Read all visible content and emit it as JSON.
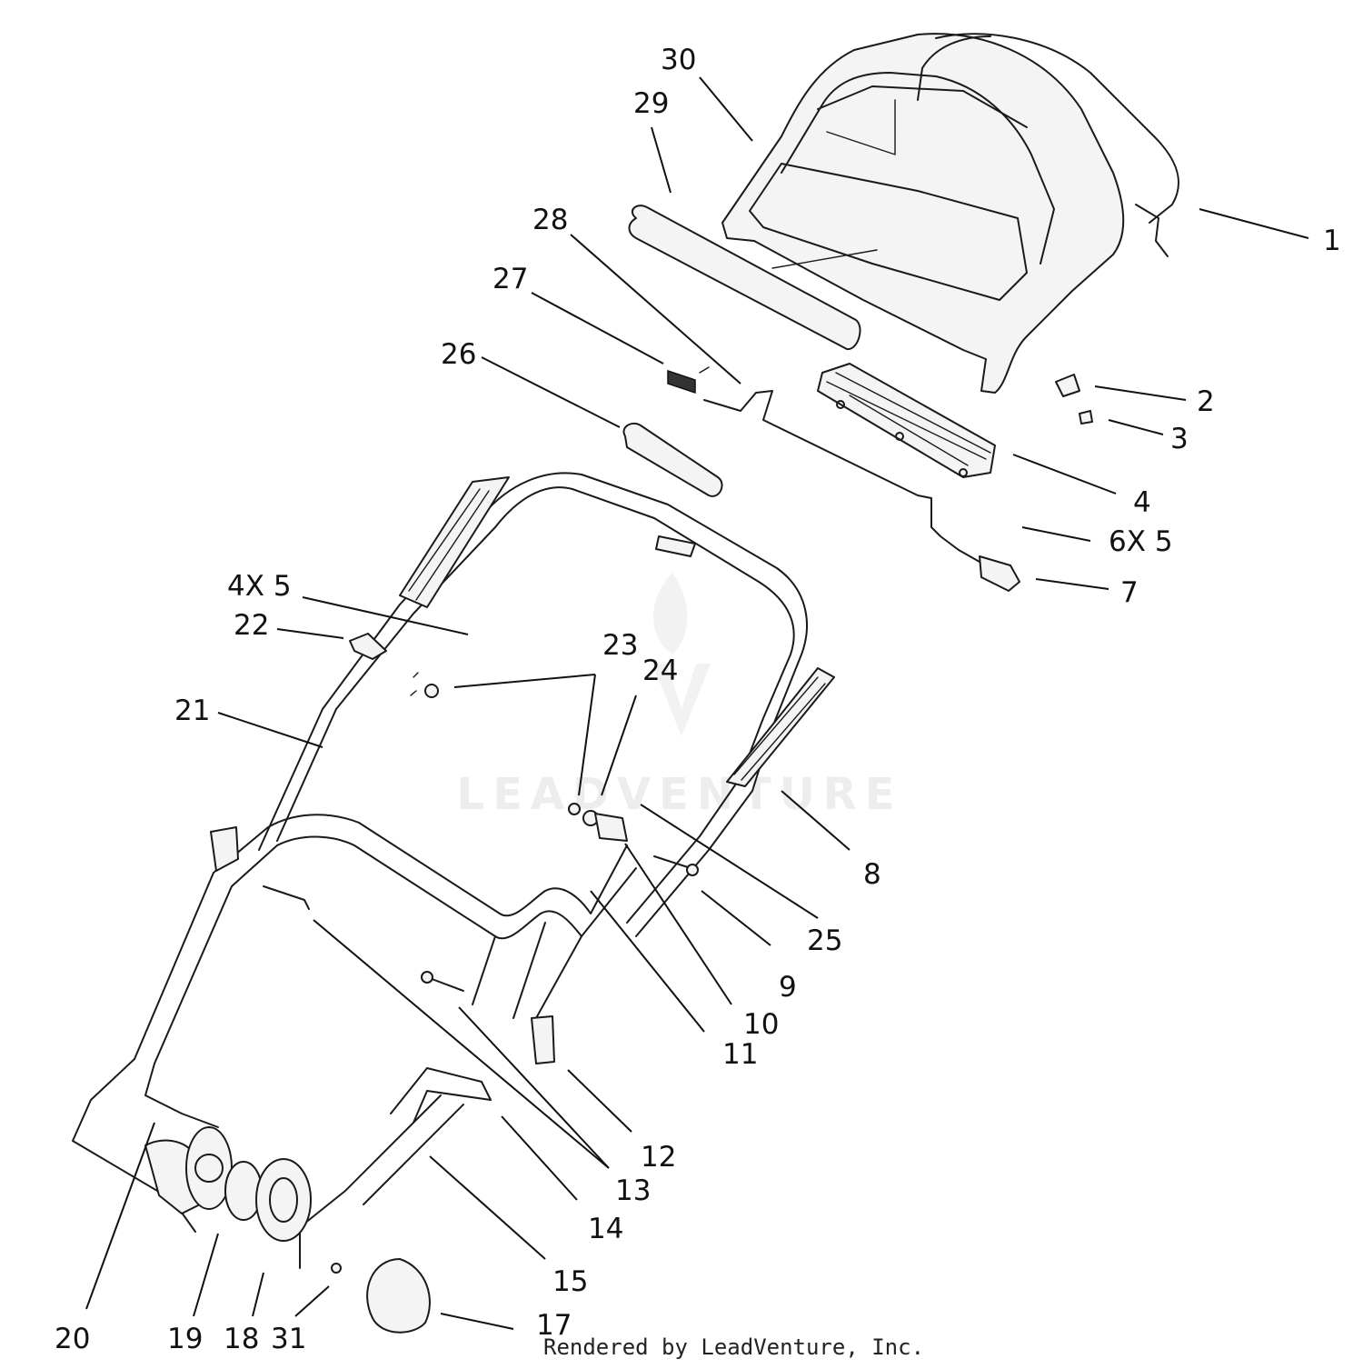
{
  "callouts": [
    {
      "id": "c1",
      "label": "1"
    },
    {
      "id": "c2",
      "label": "2"
    },
    {
      "id": "c3",
      "label": "3"
    },
    {
      "id": "c4",
      "label": "4"
    },
    {
      "id": "c6x5",
      "label": "6X 5"
    },
    {
      "id": "c7",
      "label": "7"
    },
    {
      "id": "c8",
      "label": "8"
    },
    {
      "id": "c9",
      "label": "9"
    },
    {
      "id": "c10",
      "label": "10"
    },
    {
      "id": "c11",
      "label": "11"
    },
    {
      "id": "c12",
      "label": "12"
    },
    {
      "id": "c13",
      "label": "13"
    },
    {
      "id": "c14",
      "label": "14"
    },
    {
      "id": "c15",
      "label": "15"
    },
    {
      "id": "c17",
      "label": "17"
    },
    {
      "id": "c31",
      "label": "31"
    },
    {
      "id": "c18",
      "label": "18"
    },
    {
      "id": "c19",
      "label": "19"
    },
    {
      "id": "c20",
      "label": "20"
    },
    {
      "id": "c21",
      "label": "21"
    },
    {
      "id": "c22",
      "label": "22"
    },
    {
      "id": "c4x5",
      "label": "4X 5"
    },
    {
      "id": "c23",
      "label": "23"
    },
    {
      "id": "c24",
      "label": "24"
    },
    {
      "id": "c25",
      "label": "25"
    },
    {
      "id": "c26",
      "label": "26"
    },
    {
      "id": "c27",
      "label": "27"
    },
    {
      "id": "c28",
      "label": "28"
    },
    {
      "id": "c29",
      "label": "29"
    },
    {
      "id": "c30",
      "label": "30"
    }
  ],
  "watermark": "LEADVENTURE",
  "footer": "Rendered by LeadVenture, Inc."
}
